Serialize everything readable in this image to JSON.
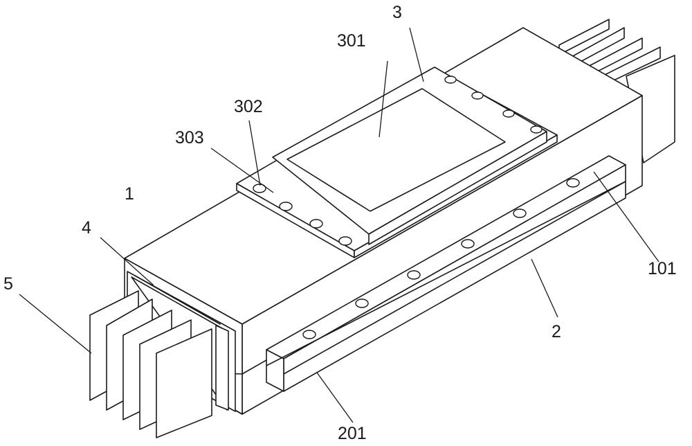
{
  "labels": {
    "l1": "1",
    "l2": "2",
    "l3": "3",
    "l4": "4",
    "l5": "5",
    "l101": "101",
    "l201": "201",
    "l301": "301",
    "l302": "302",
    "l303": "303"
  }
}
